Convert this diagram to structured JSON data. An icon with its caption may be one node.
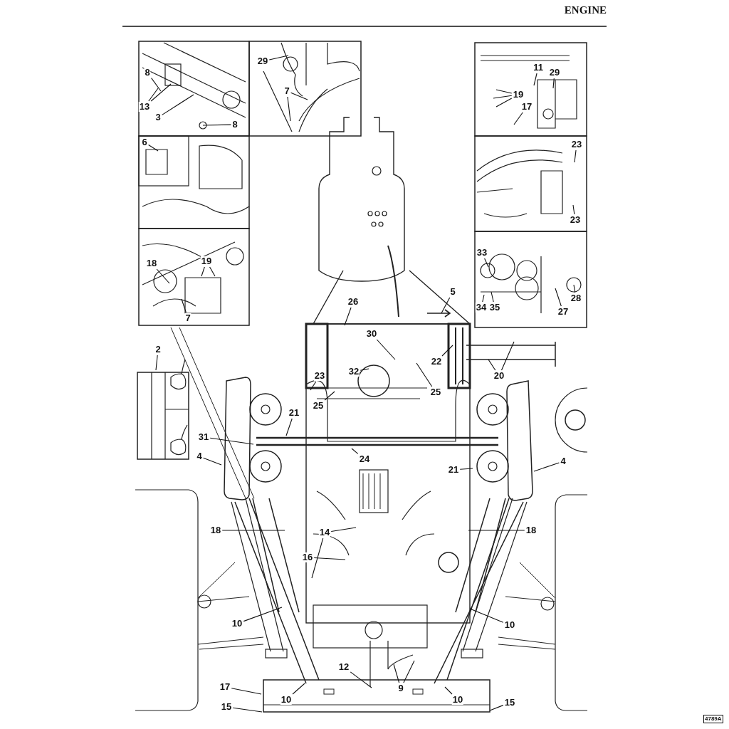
{
  "diagram": {
    "title": "ENGINE",
    "nodes": [
      {
        "text": [
          "8"
        ]
      },
      {
        "text": [
          "13"
        ]
      },
      {
        "text": [
          "3"
        ]
      },
      {
        "text": [
          "8"
        ]
      },
      {
        "text": [
          "29"
        ]
      },
      {
        "text": [
          "7"
        ]
      },
      {
        "text": [
          "6"
        ]
      },
      {
        "text": [
          "18"
        ]
      },
      {
        "text": [
          "19"
        ]
      },
      {
        "text": [
          "7"
        ]
      },
      {
        "text": [
          "11"
        ]
      },
      {
        "text": [
          "29"
        ]
      },
      {
        "text": [
          "19"
        ]
      },
      {
        "text": [
          "17"
        ]
      },
      {
        "text": [
          "23"
        ]
      },
      {
        "text": [
          "23"
        ]
      },
      {
        "text": [
          "33"
        ]
      },
      {
        "text": [
          "34"
        ]
      },
      {
        "text": [
          "35"
        ]
      },
      {
        "text": [
          "28"
        ]
      },
      {
        "text": [
          "27"
        ]
      },
      {
        "text": [
          "26"
        ]
      },
      {
        "text": [
          "5"
        ]
      },
      {
        "text": [
          "30"
        ]
      },
      {
        "text": [
          "2"
        ]
      },
      {
        "text": [
          "23"
        ]
      },
      {
        "text": [
          "32"
        ]
      },
      {
        "text": [
          "22"
        ]
      },
      {
        "text": [
          "20"
        ]
      },
      {
        "text": [
          "25"
        ]
      },
      {
        "text": [
          "25"
        ]
      },
      {
        "text": [
          "21"
        ]
      },
      {
        "text": [
          "31"
        ]
      },
      {
        "text": [
          "4"
        ]
      },
      {
        "text": [
          "24"
        ]
      },
      {
        "text": [
          "21"
        ]
      },
      {
        "text": [
          "4"
        ]
      },
      {
        "text": [
          "18"
        ]
      },
      {
        "text": [
          "14"
        ]
      },
      {
        "text": [
          "16"
        ]
      },
      {
        "text": [
          "18"
        ]
      },
      {
        "text": [
          "10"
        ]
      },
      {
        "text": [
          "10"
        ]
      },
      {
        "text": [
          "12"
        ]
      },
      {
        "text": [
          "9"
        ]
      },
      {
        "text": [
          "17"
        ]
      },
      {
        "text": [
          "10"
        ]
      },
      {
        "text": [
          "10"
        ]
      },
      {
        "text": [
          "15"
        ]
      },
      {
        "text": [
          "15"
        ]
      }
    ],
    "edges": [
      {
        "from": 0,
        "to": null,
        "arrow": "none"
      },
      {
        "from": 1,
        "to": null,
        "arrow": "none"
      },
      {
        "from": 1,
        "to": null,
        "arrow": "none"
      },
      {
        "from": 2,
        "to": null,
        "arrow": "none"
      },
      {
        "from": 3,
        "to": null,
        "arrow": "none"
      },
      {
        "from": 4,
        "to": null,
        "arrow": "none"
      },
      {
        "from": 5,
        "to": null,
        "arrow": "none"
      },
      {
        "from": 5,
        "to": null,
        "arrow": "none"
      },
      {
        "from": 6,
        "to": null,
        "arrow": "none"
      },
      {
        "from": 7,
        "to": null,
        "arrow": "none"
      },
      {
        "from": 8,
        "to": null,
        "arrow": "none"
      },
      {
        "from": 8,
        "to": null,
        "arrow": "none"
      },
      {
        "from": 9,
        "to": null,
        "arrow": "none"
      },
      {
        "from": 10,
        "to": null,
        "arrow": "none"
      },
      {
        "from": 11,
        "to": null,
        "arrow": "none"
      },
      {
        "from": 12,
        "to": null,
        "arrow": "none"
      },
      {
        "from": 12,
        "to": null,
        "arrow": "none"
      },
      {
        "from": 12,
        "to": null,
        "arrow": "none"
      },
      {
        "from": 13,
        "to": null,
        "arrow": "none"
      },
      {
        "from": 14,
        "to": null,
        "arrow": "none"
      },
      {
        "from": 15,
        "to": null,
        "arrow": "none"
      },
      {
        "from": 16,
        "to": null,
        "arrow": "none"
      },
      {
        "from": 17,
        "to": null,
        "arrow": "none"
      },
      {
        "from": 18,
        "to": null,
        "arrow": "none"
      },
      {
        "from": 19,
        "to": null,
        "arrow": "none"
      },
      {
        "from": 20,
        "to": null,
        "arrow": "none"
      },
      {
        "from": 21,
        "to": null,
        "arrow": "none"
      },
      {
        "from": 22,
        "to": null,
        "arrow": "none"
      },
      {
        "from": 23,
        "to": null,
        "arrow": "none"
      },
      {
        "from": 24,
        "to": null,
        "arrow": "none"
      },
      {
        "from": 25,
        "to": null,
        "arrow": "none"
      },
      {
        "from": 26,
        "to": null,
        "arrow": "none"
      },
      {
        "from": 27,
        "to": null,
        "arrow": "none"
      },
      {
        "from": 28,
        "to": null,
        "arrow": "none"
      },
      {
        "from": 28,
        "to": null,
        "arrow": "none"
      },
      {
        "from": 29,
        "to": null,
        "arrow": "none"
      },
      {
        "from": 30,
        "to": null,
        "arrow": "none"
      },
      {
        "from": 31,
        "to": null,
        "arrow": "none"
      },
      {
        "from": 32,
        "to": null,
        "arrow": "none"
      },
      {
        "from": 33,
        "to": null,
        "arrow": "none"
      },
      {
        "from": 34,
        "to": null,
        "arrow": "none"
      },
      {
        "from": 35,
        "to": null,
        "arrow": "none"
      },
      {
        "from": 36,
        "to": null,
        "arrow": "none"
      },
      {
        "from": 37,
        "to": null,
        "arrow": "none"
      },
      {
        "from": 38,
        "to": null,
        "arrow": "none"
      },
      {
        "from": 38,
        "to": null,
        "arrow": "none"
      },
      {
        "from": 39,
        "to": null,
        "arrow": "none"
      },
      {
        "from": 40,
        "to": null,
        "arrow": "none"
      },
      {
        "from": 41,
        "to": null,
        "arrow": "none"
      },
      {
        "from": 42,
        "to": null,
        "arrow": "none"
      },
      {
        "from": 43,
        "to": null,
        "arrow": "none"
      },
      {
        "from": 44,
        "to": null,
        "arrow": "none"
      },
      {
        "from": 44,
        "to": null,
        "arrow": "none"
      },
      {
        "from": 45,
        "to": null,
        "arrow": "none"
      },
      {
        "from": 46,
        "to": null,
        "arrow": "none"
      },
      {
        "from": 47,
        "to": null,
        "arrow": "none"
      },
      {
        "from": 48,
        "to": null,
        "arrow": "none"
      },
      {
        "from": 49,
        "to": null,
        "arrow": "none"
      }
    ],
    "labels": [
      "4789A"
    ]
  }
}
